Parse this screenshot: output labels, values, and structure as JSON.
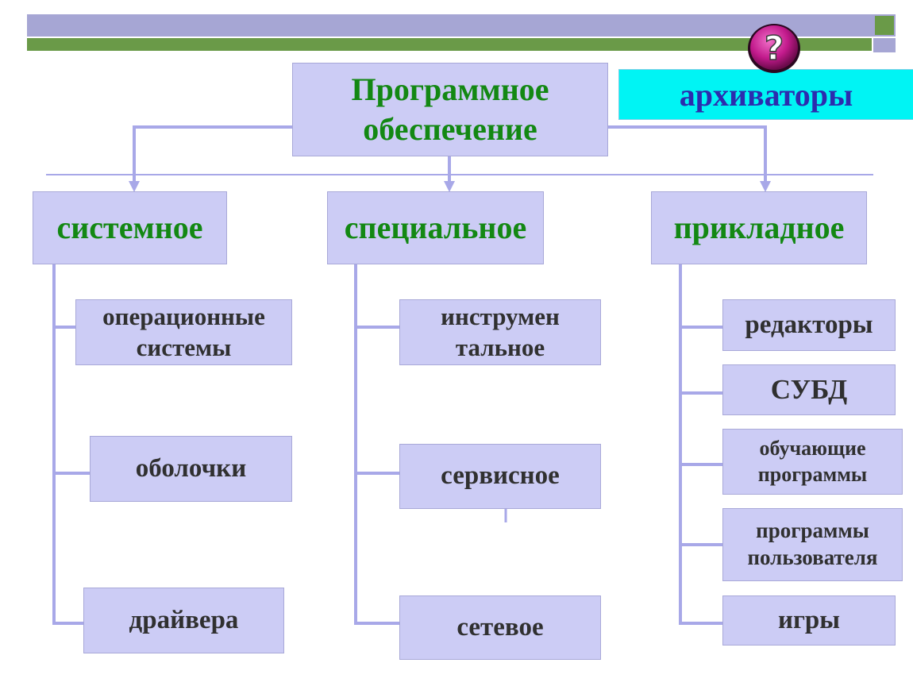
{
  "root": {
    "line1": "Программное",
    "line2": "обеспечение"
  },
  "tag": {
    "label": "архиваторы"
  },
  "categories": {
    "system": {
      "label": "системное"
    },
    "special": {
      "label": "специальное"
    },
    "applied": {
      "label": "прикладное"
    }
  },
  "system_items": {
    "os": {
      "line1": "операционные",
      "line2": "системы"
    },
    "shells": {
      "label": "оболочки"
    },
    "drivers": {
      "label": "драйвера"
    }
  },
  "special_items": {
    "tools": {
      "line1": "инструмен",
      "line2": "тальное"
    },
    "service": {
      "label": "сервисное"
    },
    "network": {
      "label": "сетевое"
    }
  },
  "applied_items": {
    "editors": {
      "label": "редакторы"
    },
    "dbms": {
      "label": "СУБД"
    },
    "edu": {
      "line1": "обучающие",
      "line2": "программы"
    },
    "user": {
      "line1": "программы",
      "line2": "пользователя"
    },
    "games": {
      "label": "игры"
    }
  },
  "icons": {
    "help": "help-question-icon"
  },
  "colors": {
    "box_fill": "#ccccf5",
    "connector": "#a8a8e8",
    "title_green": "#138813",
    "tag_cyan": "#00f4f4",
    "tag_text": "#2c2cae",
    "header_lavender": "#a6a6d4",
    "header_green": "#6a9a48",
    "icon_magenta": "#c21a8c"
  }
}
